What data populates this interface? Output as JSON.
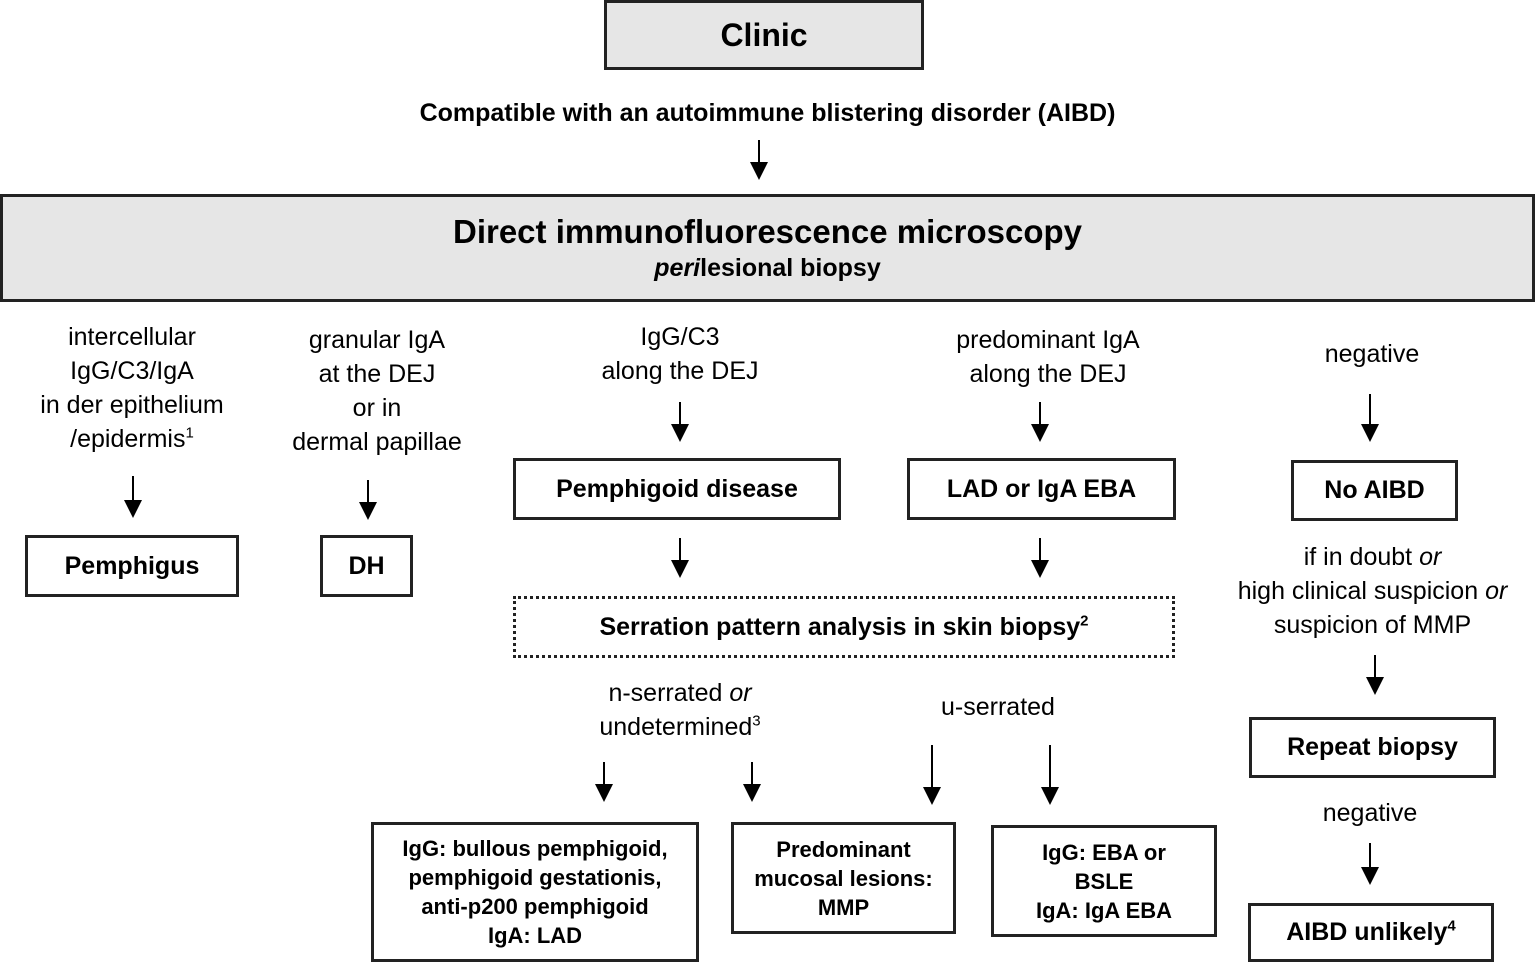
{
  "clinic": "Clinic",
  "compatible": "Compatible with an autoimmune blistering disorder (AIBD)",
  "dif": {
    "title": "Direct immunofluorescence microscopy",
    "subtitle_italic": "peri",
    "subtitle_rest": "lesional biopsy"
  },
  "findings": {
    "intercellular": [
      "intercellular",
      "IgG/C3/IgA",
      "in der epithelium",
      "/epidermis"
    ],
    "intercellular_sup": "1",
    "granular": [
      "granular IgA",
      "at  the DEJ",
      "or in",
      "dermal papillae"
    ],
    "igg_c3": [
      "IgG/C3",
      "along the DEJ"
    ],
    "iga": [
      "predominant IgA",
      "along the DEJ"
    ],
    "negative": "negative"
  },
  "diagnoses": {
    "pemphigus": "Pemphigus",
    "dh": "DH",
    "pemphigoid": "Pemphigoid disease",
    "lad": "LAD or IgA EBA",
    "no_aibd": "No AIBD"
  },
  "serration": {
    "label": "Serration pattern analysis in skin biopsy",
    "sup": "2",
    "n_line1_a": "n-serrated ",
    "n_line1_or": "or",
    "n_line2": "undetermined",
    "n_sup": "3",
    "u": "u-serrated"
  },
  "outcomes": {
    "bp": [
      "IgG: bullous pemphigoid,",
      "pemphigoid gestationis,",
      "anti-p200 pemphigoid",
      "IgA: LAD"
    ],
    "mmp": [
      "Predominant",
      "mucosal lesions:",
      "MMP"
    ],
    "eba": [
      "IgG: EBA or",
      "BSLE",
      "IgA: IgA EBA"
    ]
  },
  "right": {
    "doubt_1": "if in doubt ",
    "doubt_2": "high clinical suspicion ",
    "doubt_3": "suspicion of MMP",
    "or": "or",
    "repeat": "Repeat biopsy",
    "negative2": "negative",
    "unlikely": "AIBD unlikely",
    "unlikely_sup": "4"
  }
}
